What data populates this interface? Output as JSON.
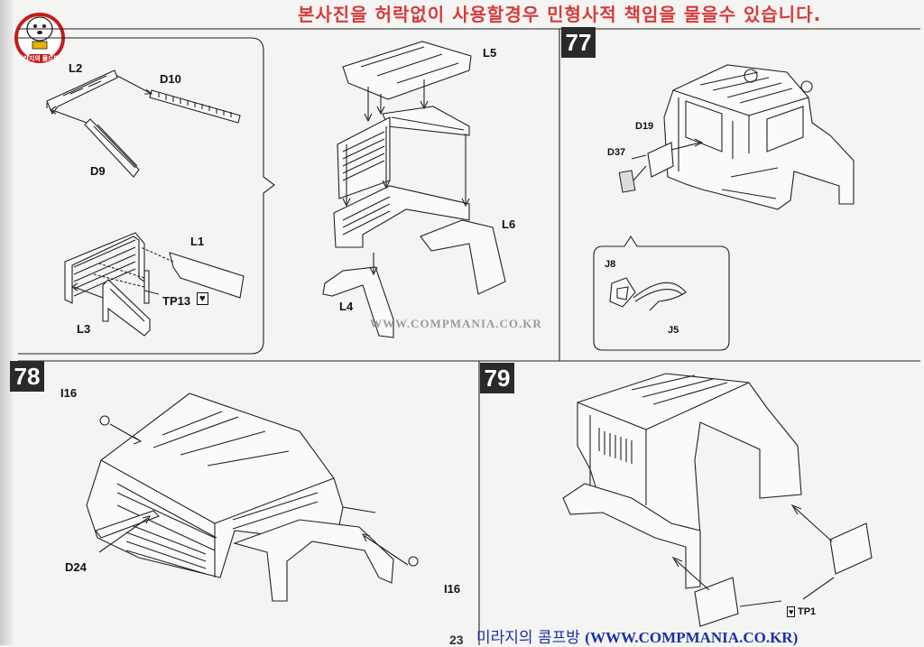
{
  "banner": "본사진을 허락없이 사용할경우 민형사적 책임을 물을수 있습니다.",
  "logo_text": "미라지의 몰드방",
  "steps": [
    "77",
    "78",
    "79"
  ],
  "labels": {
    "L2": "L2",
    "D10": "D10",
    "D9": "D9",
    "L1": "L1",
    "TP13": "TP13",
    "L3": "L3",
    "L5": "L5",
    "L6": "L6",
    "L4": "L4",
    "D19": "D19",
    "D37": "D37",
    "J8": "J8",
    "J5": "J5",
    "I16a": "I16",
    "D24": "D24",
    "I16b": "I16",
    "TP1": "TP1"
  },
  "watermark": "WWW.COMPMANIA.CO.KR",
  "footer": {
    "korean": "미라지의 콤프방",
    "url": "(WWW.COMPMANIA.CO.KR)"
  },
  "page_number": "23"
}
